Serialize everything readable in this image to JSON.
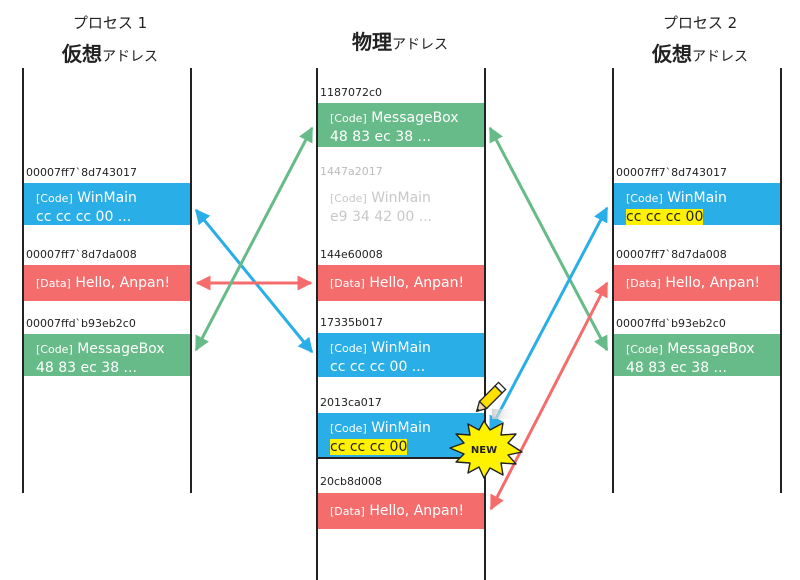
{
  "headers": {
    "left": {
      "line1": "プロセス 1",
      "big": "仮想",
      "small": "アドレス"
    },
    "center": {
      "big": "物理",
      "small": "アドレス"
    },
    "right": {
      "line1": "プロセス 2",
      "big": "仮想",
      "small": "アドレス"
    }
  },
  "left_column": {
    "blocks": [
      {
        "address": "00007ff7`8d743017",
        "tag": "[Code]",
        "title": "WinMain",
        "bytes": "cc cc cc 00 ..."
      },
      {
        "address": "00007ff7`8d7da008",
        "tag": "[Data]",
        "title": "Hello, Anpan!"
      },
      {
        "address": "00007ffd`b93eb2c0",
        "tag": "[Code]",
        "title": "MessageBox",
        "bytes": "48 83 ec 38 ..."
      }
    ]
  },
  "center_column": {
    "blocks": [
      {
        "address": "1187072c0",
        "tag": "[Code]",
        "title": "MessageBox",
        "bytes": "48 83 ec 38 ..."
      },
      {
        "address": "1447a2017",
        "tag": "[Code]",
        "title": "WinMain",
        "bytes": "e9 34 42 00 ..."
      },
      {
        "address": "144e60008",
        "tag": "[Data]",
        "title": "Hello, Anpan!"
      },
      {
        "address": "17335b017",
        "tag": "[Code]",
        "title": "WinMain",
        "bytes": "cc cc cc 00 ..."
      },
      {
        "address": "2013ca017",
        "tag": "[Code]",
        "title": "WinMain",
        "bytes": "cc cc cc 00"
      },
      {
        "address": "20cb8d008",
        "tag": "[Data]",
        "title": "Hello, Anpan!"
      }
    ],
    "new_badge": "NEW"
  },
  "right_column": {
    "blocks": [
      {
        "address": "00007ff7`8d743017",
        "tag": "[Code]",
        "title": "WinMain",
        "bytes": "cc cc cc 00"
      },
      {
        "address": "00007ff7`8d7da008",
        "tag": "[Data]",
        "title": "Hello, Anpan!"
      },
      {
        "address": "00007ffd`b93eb2c0",
        "tag": "[Code]",
        "title": "MessageBox",
        "bytes": "48 83 ec 38 ..."
      }
    ]
  },
  "colors": {
    "code": "#29aee8",
    "data": "#f46c6c",
    "message_box": "#66bb88",
    "highlight": "#fff200",
    "arrow_blue": "#29aee8",
    "arrow_red": "#f46c6c",
    "arrow_green": "#66bb88",
    "badge": "#fff200"
  },
  "icons": {
    "pencil": "pencil-icon",
    "new_badge": "starburst-badge"
  }
}
